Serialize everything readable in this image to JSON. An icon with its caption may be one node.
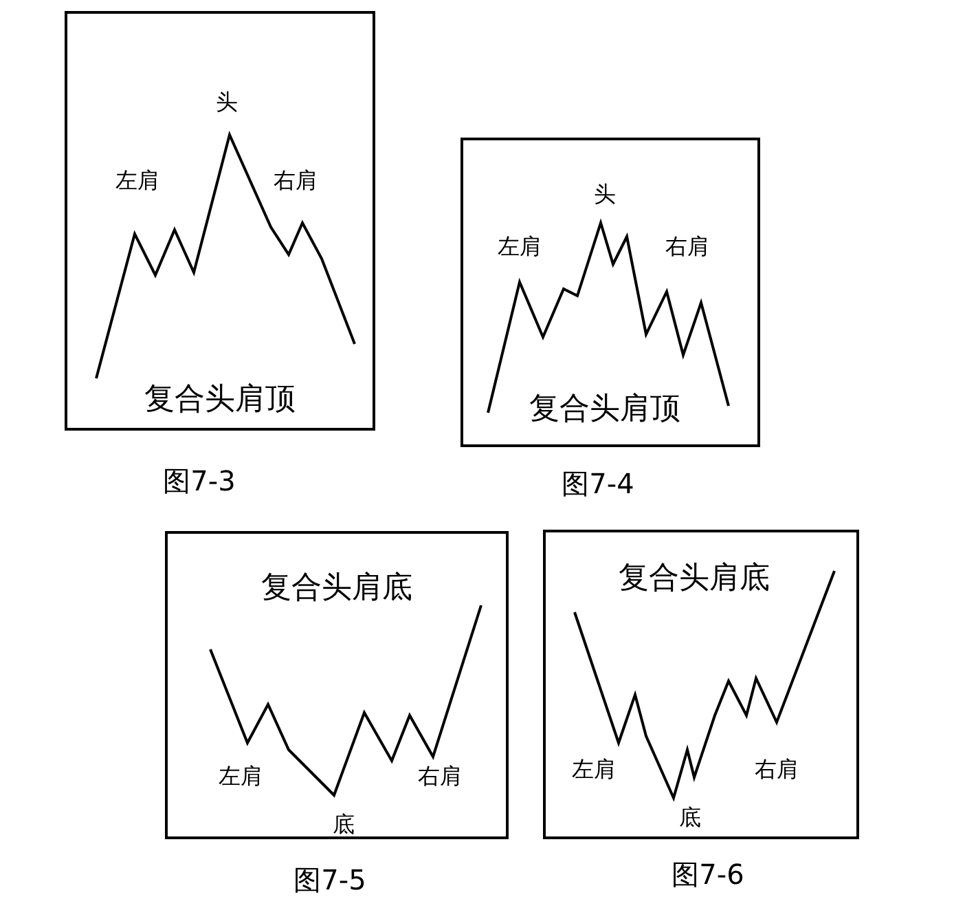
{
  "diagram": {
    "nodes": [
      {
        "text": [
          "复合头肩顶"
        ],
        "beside": [
          "图7-3"
        ]
      },
      {
        "text": [
          "复合头肩顶"
        ],
        "beside": [
          "图7-4"
        ]
      },
      {
        "text": [
          "复合头肩底"
        ],
        "beside": [
          "图7-5"
        ]
      },
      {
        "text": [
          "复合头肩底"
        ],
        "beside": [
          "图7-6"
        ]
      }
    ],
    "labels": [
      "头",
      "左肩",
      "右肩",
      "头",
      "左肩",
      "右肩",
      "左肩",
      "右肩",
      "底",
      "左肩",
      "右肩",
      "底"
    ]
  }
}
